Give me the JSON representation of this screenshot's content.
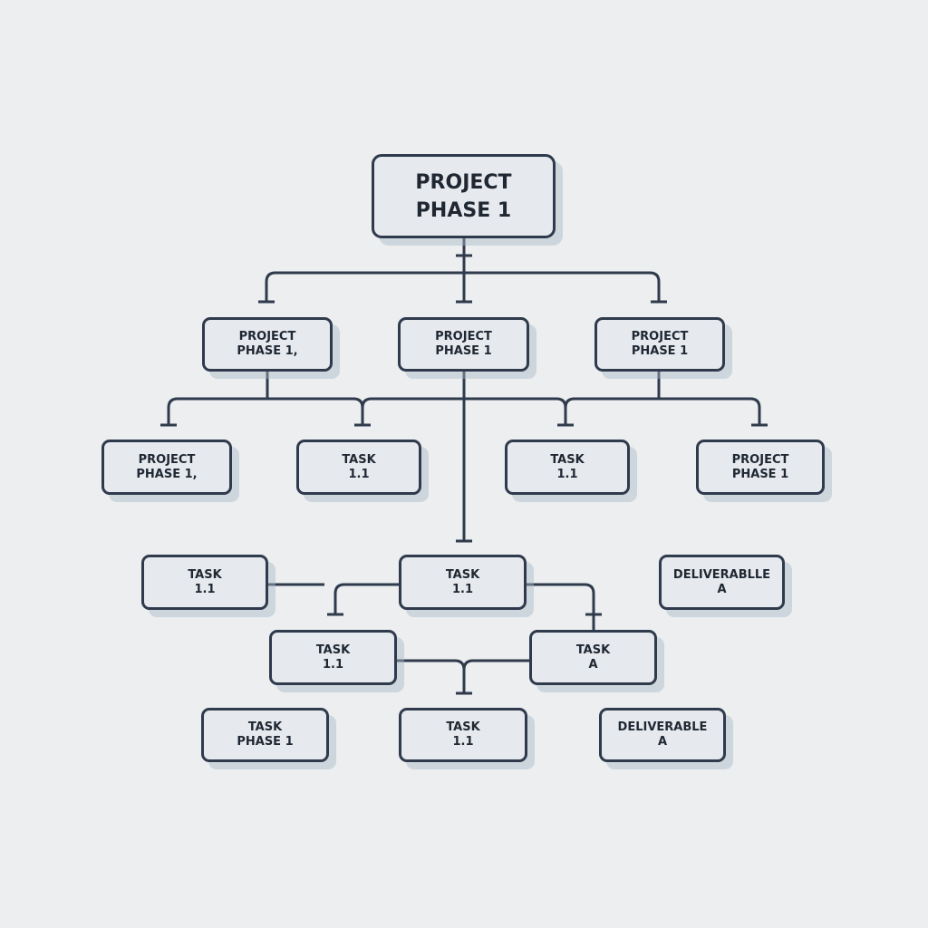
{
  "nodes": {
    "root": [
      "PROJECT",
      "PHASE 1"
    ],
    "l1a": [
      "PROJECT",
      "PHASE 1,"
    ],
    "l1b": [
      "PROJECT",
      "PHASE 1"
    ],
    "l1c": [
      "PROJECT",
      "PHASE 1"
    ],
    "l2a": [
      "PROJECT",
      "PHASE 1,"
    ],
    "l2b": [
      "TASK",
      "1.1"
    ],
    "l2c": [
      "TASK",
      "1.1"
    ],
    "l2d": [
      "PROJECT",
      "PHASE 1"
    ],
    "r3a": [
      "TASK",
      "1.1"
    ],
    "r3b": [
      "TASK",
      "1.1"
    ],
    "r3c": [
      "DELIVERABLLE",
      "A"
    ],
    "r4a": [
      "TASK",
      "1.1"
    ],
    "r4b": [
      "TASK",
      "A"
    ],
    "r5a": [
      "TASK",
      "PHASE 1"
    ],
    "r5b": [
      "TASK",
      "1.1"
    ],
    "r5c": [
      "DELIVERABLE",
      "A"
    ]
  },
  "colors": {
    "line": "#2f3a4c",
    "node_fill": "#e6eaee",
    "background": "#eceeef"
  }
}
